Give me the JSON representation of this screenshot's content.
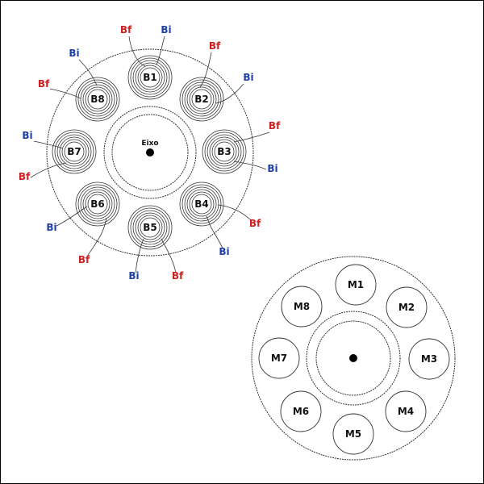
{
  "colors": {
    "line": "#333333",
    "bi": "#1f3fa6",
    "bf": "#cc2222",
    "text": "#111111"
  },
  "stator": {
    "center_label": "Eixo",
    "coils": [
      {
        "label": "B1"
      },
      {
        "label": "B2"
      },
      {
        "label": "B3"
      },
      {
        "label": "B4"
      },
      {
        "label": "B5"
      },
      {
        "label": "B6"
      },
      {
        "label": "B7"
      },
      {
        "label": "B8"
      }
    ],
    "start_tag": "Bi",
    "finish_tag": "Bf"
  },
  "rotor": {
    "magnets": [
      {
        "label": "M1"
      },
      {
        "label": "M2"
      },
      {
        "label": "M3"
      },
      {
        "label": "M4"
      },
      {
        "label": "M5"
      },
      {
        "label": "M6"
      },
      {
        "label": "M7"
      },
      {
        "label": "M8"
      }
    ]
  }
}
